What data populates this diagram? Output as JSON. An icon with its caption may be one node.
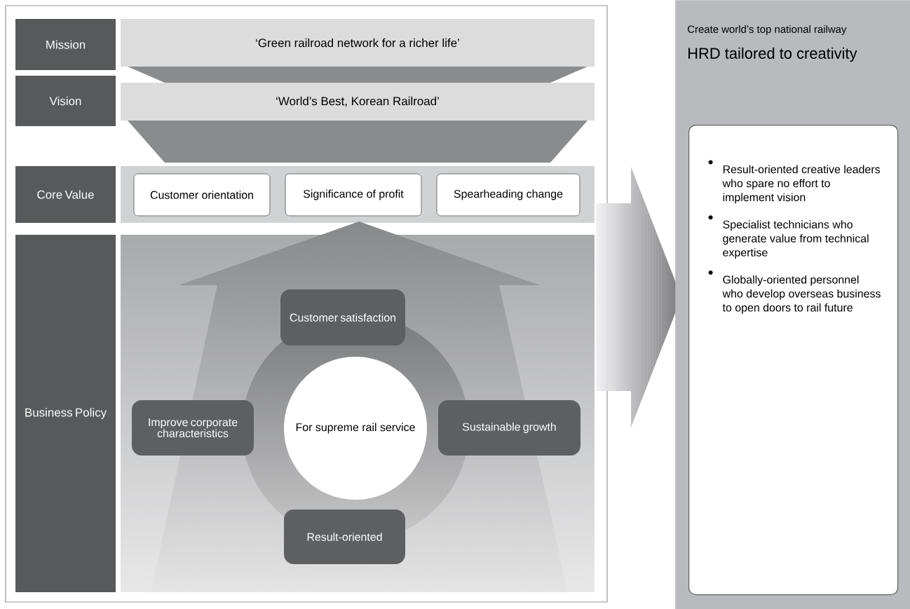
{
  "diagram": {
    "nodes": [
      {
        "text": [
          "Mission"
        ]
      },
      {
        "text": [
          "‘Green railroad network for a richer life’"
        ]
      },
      {
        "text": [
          "Vision"
        ]
      },
      {
        "text": [
          "‘World’s Best, Korean Railroad’"
        ]
      },
      {
        "text": [
          "Core Value"
        ]
      },
      {
        "text": [
          "Customer orientation"
        ]
      },
      {
        "text": [
          "Significance of profit"
        ]
      },
      {
        "text": [
          "Spearheading change"
        ]
      },
      {
        "text": [
          "Business Policy"
        ]
      },
      {
        "text": [
          "Customer satisfaction"
        ]
      },
      {
        "text": [
          "Improve corporate characteristics"
        ]
      },
      {
        "text": [
          "For supreme rail service"
        ]
      },
      {
        "text": [
          "Sustainable growth"
        ]
      },
      {
        "text": [
          "Result-oriented"
        ]
      },
      {
        "text": [
          "Create world’s top national railway",
          "HRD tailored to creativity"
        ]
      },
      {
        "text": [
          "Result-oriented creative leaders who spare no effort to implement vision",
          "Specialist technicians who generate value from technical expertise",
          "Globally-oriented personnel who develop overseas business to open doors to rail future"
        ],
        "in": 14
      }
    ]
  }
}
